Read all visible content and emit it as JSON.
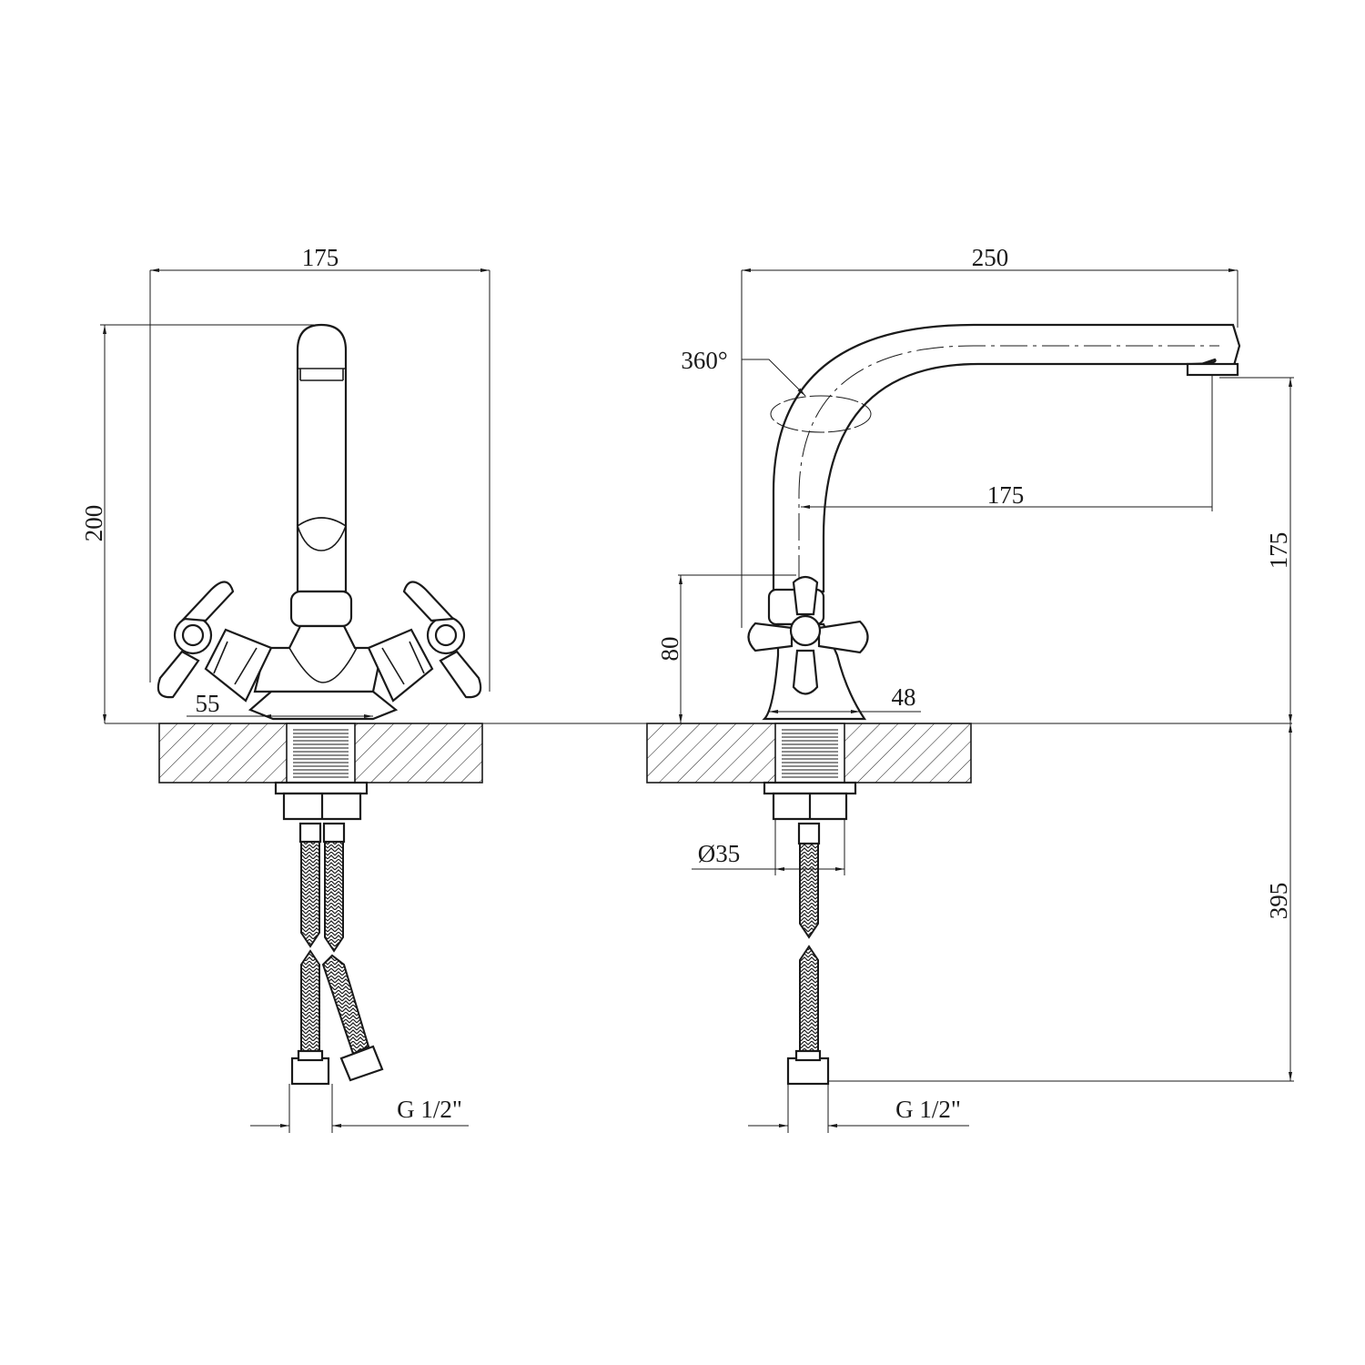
{
  "drawing": {
    "front_view": {
      "width_label": "175",
      "height_label": "200",
      "mount_label": "55",
      "connector_label": "G 1/2\""
    },
    "side_view": {
      "reach_label": "250",
      "rotation_label": "360°",
      "spout_reach_label": "175",
      "spout_height_label": "175",
      "handle_height_label": "80",
      "base_label": "48",
      "hole_label": "Ø35",
      "hose_length_label": "395",
      "connector_label": "G 1/2\""
    }
  },
  "colors": {
    "line": "#1a1a1a",
    "background": "#ffffff"
  }
}
